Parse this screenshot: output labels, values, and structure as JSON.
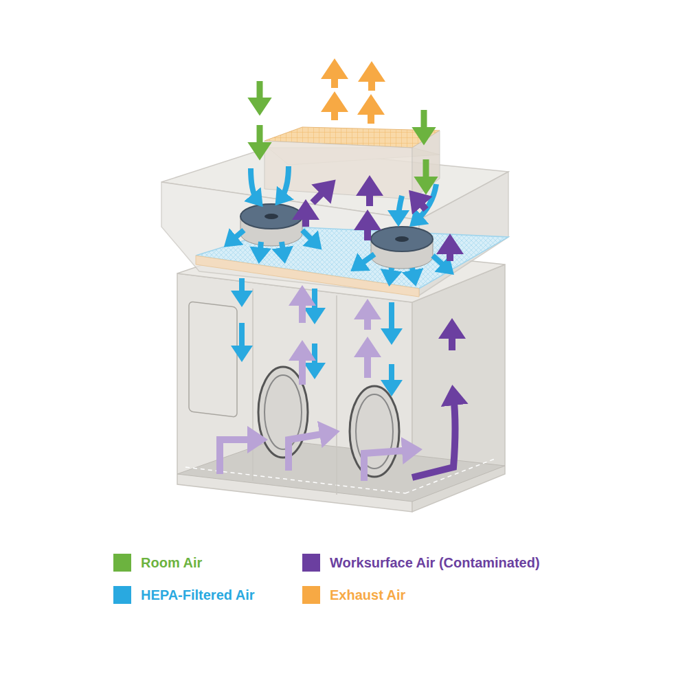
{
  "diagram": {
    "legend": [
      {
        "text": "Room Air",
        "color": "#6cb33f"
      },
      {
        "text": "HEPA-Filtered Air",
        "color": "#29a9e0"
      },
      {
        "text": "Worksurface Air (Contaminated)",
        "color": "#6b3fa0"
      },
      {
        "text": "Exhaust Air",
        "color": "#f7a944"
      }
    ]
  }
}
